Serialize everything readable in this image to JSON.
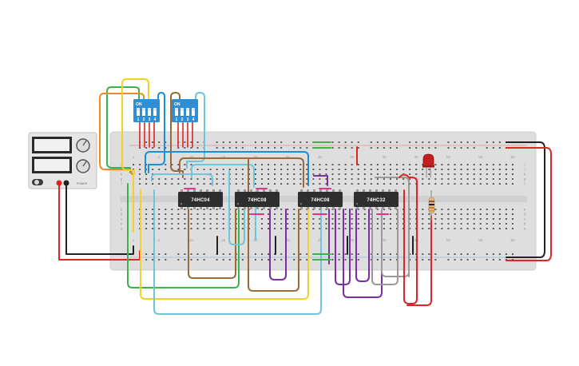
{
  "chips": [
    {
      "label": "74HC04"
    },
    {
      "label": "74HC08"
    },
    {
      "label": "74HC08"
    },
    {
      "label": "74HC32"
    }
  ],
  "dip_switches": [
    {
      "on_label": "ON",
      "positions": [
        "1",
        "2",
        "3",
        "4"
      ]
    },
    {
      "on_label": "ON",
      "positions": [
        "1",
        "2",
        "3",
        "4"
      ]
    }
  ],
  "breadboard": {
    "column_numbers": [
      "1",
      "5",
      "10",
      "15",
      "20",
      "25",
      "30",
      "35",
      "40",
      "45",
      "50",
      "55",
      "60"
    ],
    "row_letters_top": [
      "j",
      "i",
      "h",
      "g",
      "f"
    ],
    "row_letters_bottom": [
      "e",
      "d",
      "c",
      "b",
      "a"
    ]
  },
  "power_supply": {
    "label": "POWER"
  },
  "colors": {
    "breadboard": "#dedede",
    "chip": "#2e2e2e",
    "dip": "#2f8fd6",
    "wire_red": "#e02424",
    "wire_black": "#222222",
    "wire_green": "#3cb44b",
    "wire_yellow": "#f2d22a",
    "wire_orange": "#f08a1c",
    "wire_blue": "#1c8fd6",
    "wire_cyan": "#6ec6d8",
    "wire_brown": "#9a6a3a",
    "wire_purple": "#7b2fa0",
    "wire_gray": "#9a9a9a",
    "wire_pink": "#e0338a"
  }
}
